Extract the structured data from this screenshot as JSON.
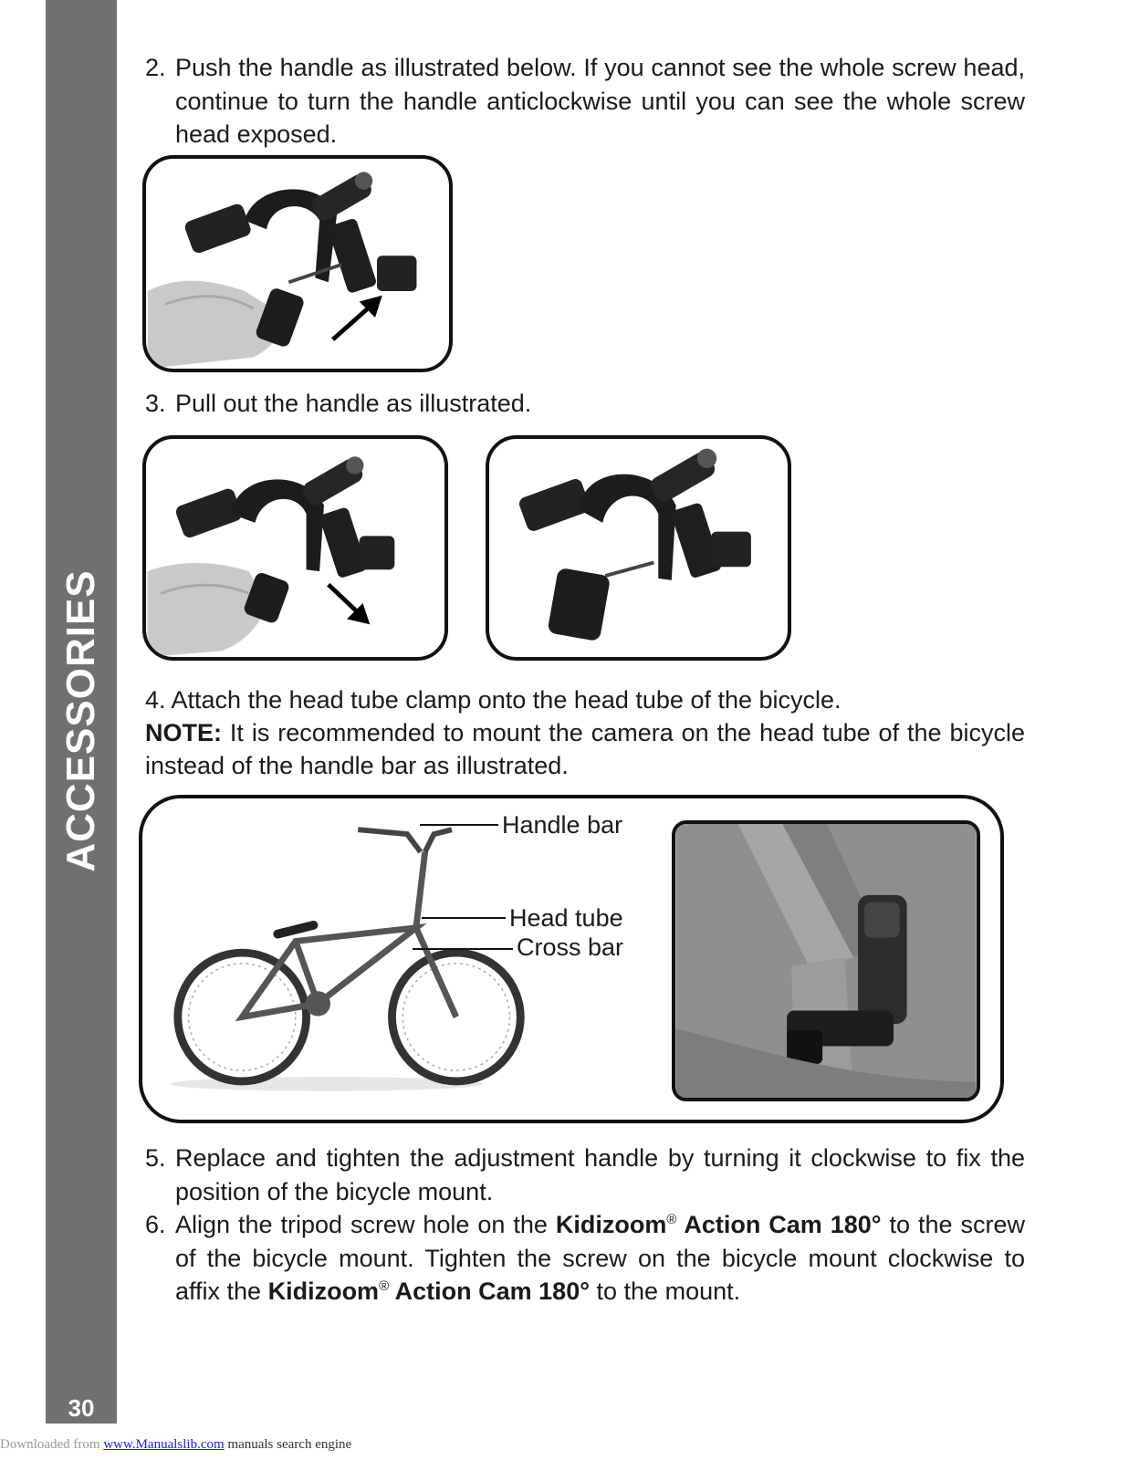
{
  "sidebar": {
    "title": "ACCESSORIES",
    "page_number": "30"
  },
  "steps": {
    "s2": {
      "num": "2.",
      "text": "Push the handle as illustrated below. If you cannot see the whole screw head, continue to turn the handle anticlockwise until you can see the whole screw head exposed."
    },
    "s3": {
      "num": "3.",
      "text": "Pull out the handle as illustrated."
    },
    "s4": {
      "text": "4. Attach the head tube clamp onto the head tube of the bicycle."
    },
    "note": {
      "label": "NOTE:",
      "text": " It is recommended to mount the camera on the head tube of the bicycle instead of the handle bar as illustrated."
    },
    "s5": {
      "num": "5.",
      "text": "Replace and tighten the adjustment handle by turning it clockwise to fix the position of the bicycle mount."
    },
    "s6": {
      "num": "6.",
      "part1": "Align the tripod screw hole on the ",
      "brand": "Kidizoom",
      "reg": "®",
      "product": " Action Cam 180°",
      "part2": " to the screw of the bicycle mount. Tighten the screw on the bicycle mount clockwise to affix the ",
      "part3": " to the mount."
    }
  },
  "bike_labels": {
    "handle_bar": "Handle bar",
    "head_tube": "Head tube",
    "cross_bar": "Cross bar"
  },
  "footer": {
    "prefix": "Downloaded from ",
    "link": "www.Manualslib.com",
    "suffix": " manuals search engine"
  }
}
